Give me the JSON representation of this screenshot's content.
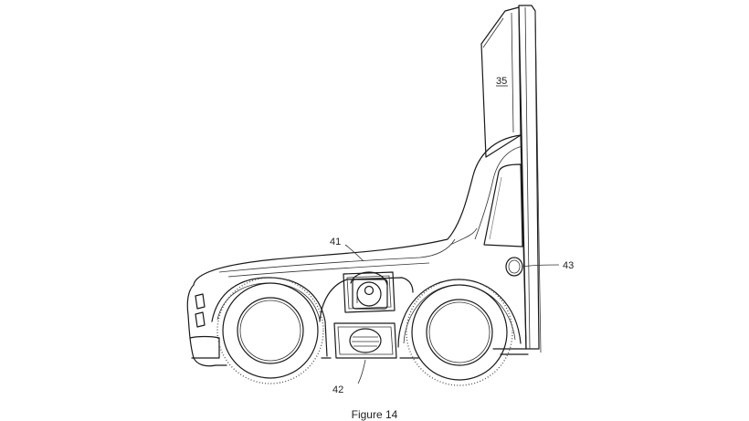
{
  "figure": {
    "caption": "Figure 14",
    "labels": {
      "panel": "35",
      "hood": "41",
      "storage": "42",
      "light": "43"
    }
  }
}
